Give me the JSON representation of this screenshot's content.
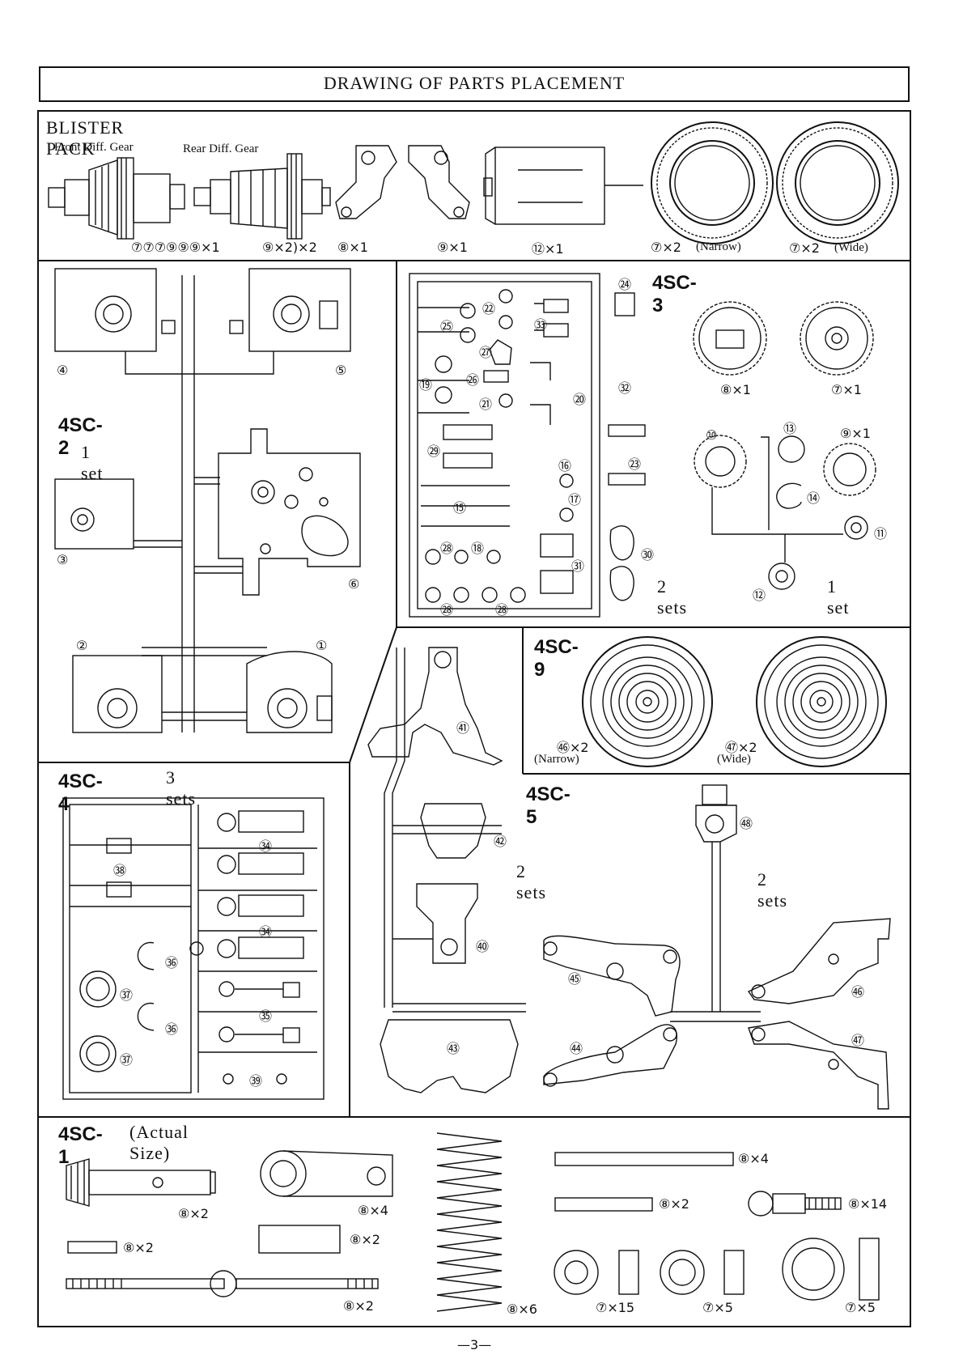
{
  "page_title": "DRAWING OF PARTS PLACEMENT",
  "blister": {
    "title": "BLISTER PACK",
    "front_diff": "Front Diff. Gear",
    "rear_diff": "Rear Diff. Gear",
    "diff_parts_a": "⑦⑦⑦⑨⑨⑨×1",
    "diff_parts_b": "⑨×2)×2",
    "p89": "⑧×1",
    "p90": "⑨×1",
    "p121": "⑫×1",
    "p73": "⑦×2",
    "p73_note": "(Narrow)",
    "p74": "⑦×2",
    "p74_note": "(Wide)"
  },
  "sc2": {
    "title": "4SC-2",
    "sets": "1 set",
    "n1": "①",
    "n2": "②",
    "n3": "③",
    "n4": "④",
    "n5": "⑤",
    "n6": "⑥"
  },
  "sc3": {
    "title": "4SC-3",
    "sets_left": "2 sets",
    "sets_right": "1 set",
    "p8": "⑧×1",
    "p7": "⑦×1",
    "p9": "⑨×1",
    "n10": "⑩",
    "n11": "⑪",
    "n12": "⑫",
    "n13": "⑬",
    "n14": "⑭",
    "n15": "⑮",
    "n16": "⑯",
    "n17": "⑰",
    "n18": "⑱",
    "n19": "⑲",
    "n20": "⑳",
    "n21": "㉑",
    "n22": "㉒",
    "n23": "㉓",
    "n24": "㉔",
    "n25": "㉕",
    "n26": "㉖",
    "n27": "㉗",
    "n28": "㉘",
    "n29": "㉙",
    "n30": "㉚",
    "n31": "㉛",
    "n32": "㉜",
    "n33": "㉝"
  },
  "sc9": {
    "title": "4SC-9",
    "p66": "㊻×2",
    "p66_note": "(Narrow)",
    "p67": "㊼×2",
    "p67_note": "(Wide)"
  },
  "sc4": {
    "title": "4SC-4",
    "sets": "3 sets",
    "n34": "㉞",
    "n35": "㉟",
    "n36": "㊱",
    "n37": "㊲",
    "n38": "㊳",
    "n39": "㊴"
  },
  "sc5": {
    "title": "4SC-5",
    "sets_left": "2 sets",
    "sets_right": "2 sets",
    "n40": "㊵",
    "n41": "㊶",
    "n42": "㊷",
    "n43": "㊸",
    "n44": "㊹",
    "n45": "㊺",
    "n46": "㊻",
    "n47": "㊼",
    "n48": "㊽"
  },
  "sc1": {
    "title": "4SC-1",
    "subtitle": "(Actual Size)",
    "p80": "⑧×2",
    "p81": "⑧×4",
    "p82": "⑧×2",
    "p83": "⑧×2",
    "p84": "⑧×2",
    "p85": "⑧×4",
    "p86": "⑧×2",
    "p87": "⑧×6",
    "p88": "⑧×14",
    "p77": "⑦×15",
    "p79": "⑦×5",
    "p78": "⑦×5"
  },
  "page_number": "—3—"
}
